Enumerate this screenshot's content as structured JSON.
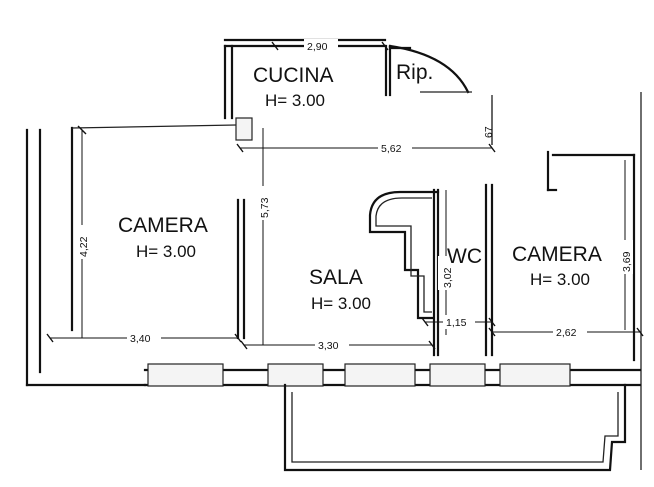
{
  "rooms": {
    "cucina": {
      "name": "CUCINA",
      "height": "H= 3.00"
    },
    "ripostiglio": {
      "name": "Rip."
    },
    "camera_left": {
      "name": "CAMERA",
      "height": "H= 3.00"
    },
    "sala": {
      "name": "SALA",
      "height": "H= 3.00"
    },
    "wc": {
      "name": "WC"
    },
    "camera_right": {
      "name": "CAMERA",
      "height": "H= 3.00"
    }
  },
  "dimensions": {
    "cucina_width": "2,90",
    "corridor_length": "5,62",
    "small_v": "67",
    "camera_left_depth": "4,22",
    "sala_depth": "5,73",
    "wc_depth": "3,02",
    "camera_right_depth": "3,69",
    "camera_left_width": "3,40",
    "sala_width": "3,30",
    "wc_width": "1,15",
    "camera_right_width": "2,62"
  }
}
